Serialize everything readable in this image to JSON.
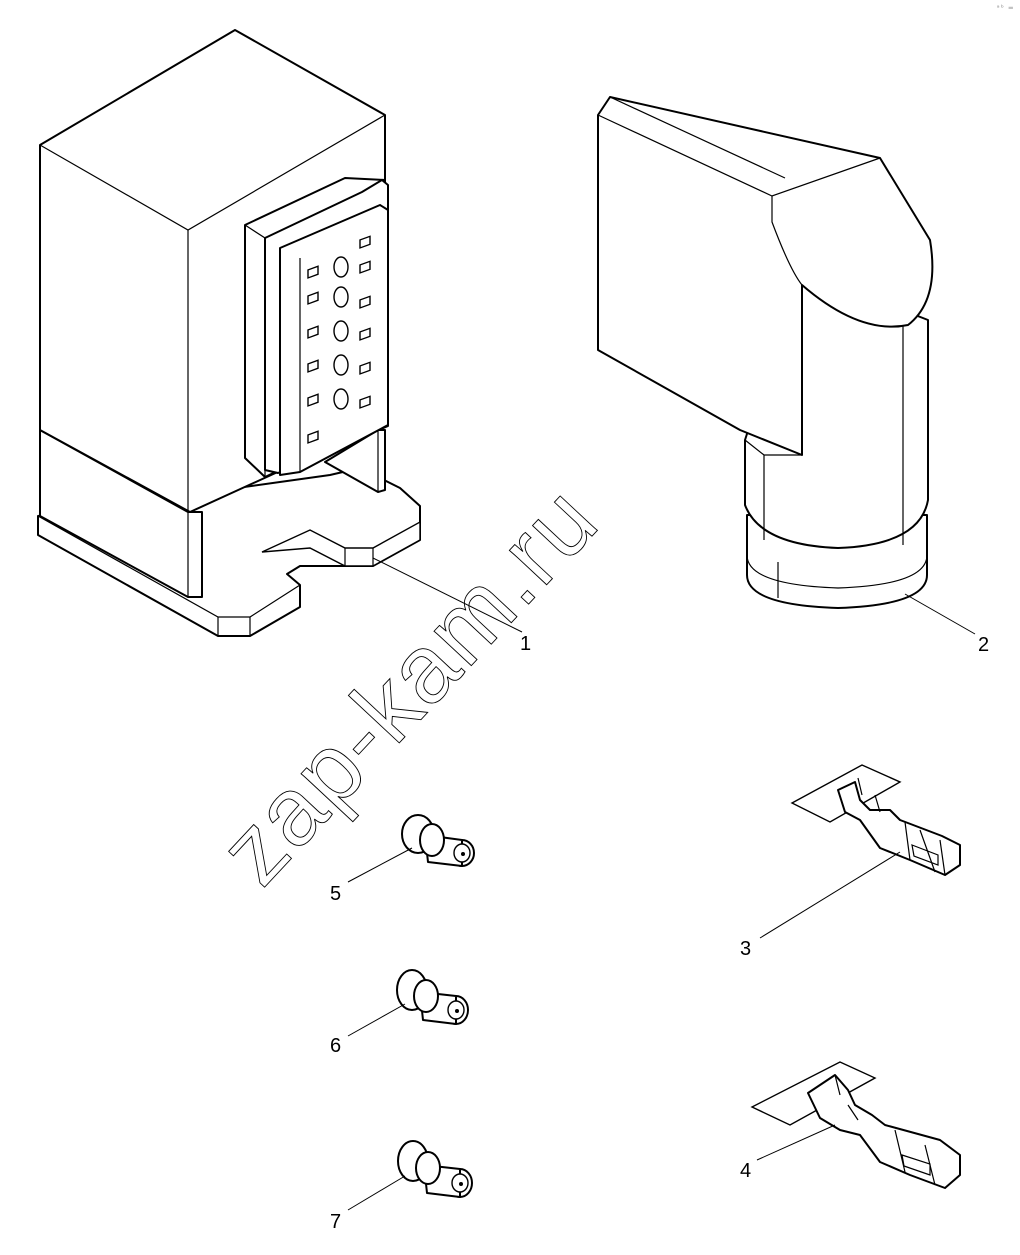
{
  "watermark": "zap-kam.ru",
  "corner_mark": "ᵃᵇ ═",
  "callouts": [
    {
      "id": "1",
      "label": "1"
    },
    {
      "id": "2",
      "label": "2"
    },
    {
      "id": "3",
      "label": "3"
    },
    {
      "id": "4",
      "label": "4"
    },
    {
      "id": "5",
      "label": "5"
    },
    {
      "id": "6",
      "label": "6"
    },
    {
      "id": "7",
      "label": "7"
    }
  ]
}
